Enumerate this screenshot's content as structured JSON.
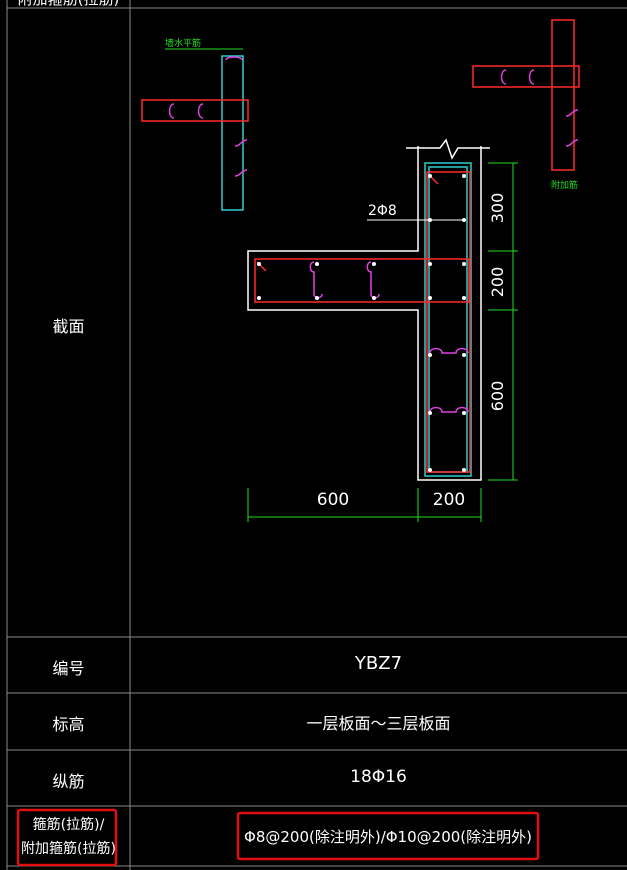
{
  "top_partial_label": "附加箍筋(拉筋)",
  "section_label": "截面",
  "drawing": {
    "left_detail_note": "墙水平筋",
    "right_detail_note": "附加筋",
    "rebar_note": "2Φ8",
    "dim_300": "300",
    "dim_200_v": "200",
    "dim_600_v": "600",
    "dim_600_h": "600",
    "dim_200_h": "200"
  },
  "rows": [
    {
      "label": "编号",
      "value": "YBZ7"
    },
    {
      "label": "标高",
      "value": "一层板面～三层板面"
    },
    {
      "label": "纵筋",
      "value": "18Φ16"
    }
  ],
  "last_row": {
    "label_line1": "箍筋(拉筋)/",
    "label_line2": "附加箍筋(拉筋)",
    "value": "Φ8@200(除注明外)/Φ10@200(除注明外)"
  },
  "colors": {
    "grid": "#8a8a8a",
    "cyan": "#33cccc",
    "red": "#ff2a2a",
    "magenta": "#e040e0",
    "green": "#22dd22",
    "highlight": "#e01010"
  }
}
